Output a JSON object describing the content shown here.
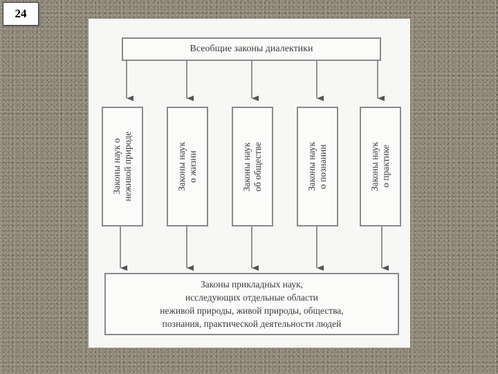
{
  "slide_number": "24",
  "diagram": {
    "top": "Всеобщие законы диалектики",
    "branches": [
      "Законы наук о\nнеживой природе",
      "Законы наук\nо жизни",
      "Законы наук\nоб обществе",
      "Законы наук\nо познании",
      "Законы наук\nо практике"
    ],
    "bottom": "Законы прикладных наук,\nисследующих отдельные области\nнеживой природы, живой природы, общества,\nпознания, практической деятельности людей"
  },
  "colors": {
    "line": "#666666",
    "box_border": "#8a8a8a",
    "panel": "#f7f7f5"
  }
}
